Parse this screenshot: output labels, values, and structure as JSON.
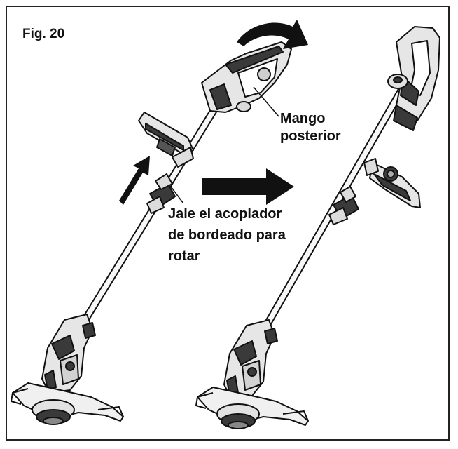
{
  "figure": {
    "label": "Fig. 20"
  },
  "callouts": {
    "rear_handle": "Mango\nposterior",
    "coupler": "Jale el acoplador\nde bordeado para\nrotar"
  },
  "colors": {
    "ink": "#111111",
    "frame": "#222222",
    "body_fill": "#e8e8e8",
    "dark_fill": "#3a3a3a",
    "arrow": "#111111"
  }
}
